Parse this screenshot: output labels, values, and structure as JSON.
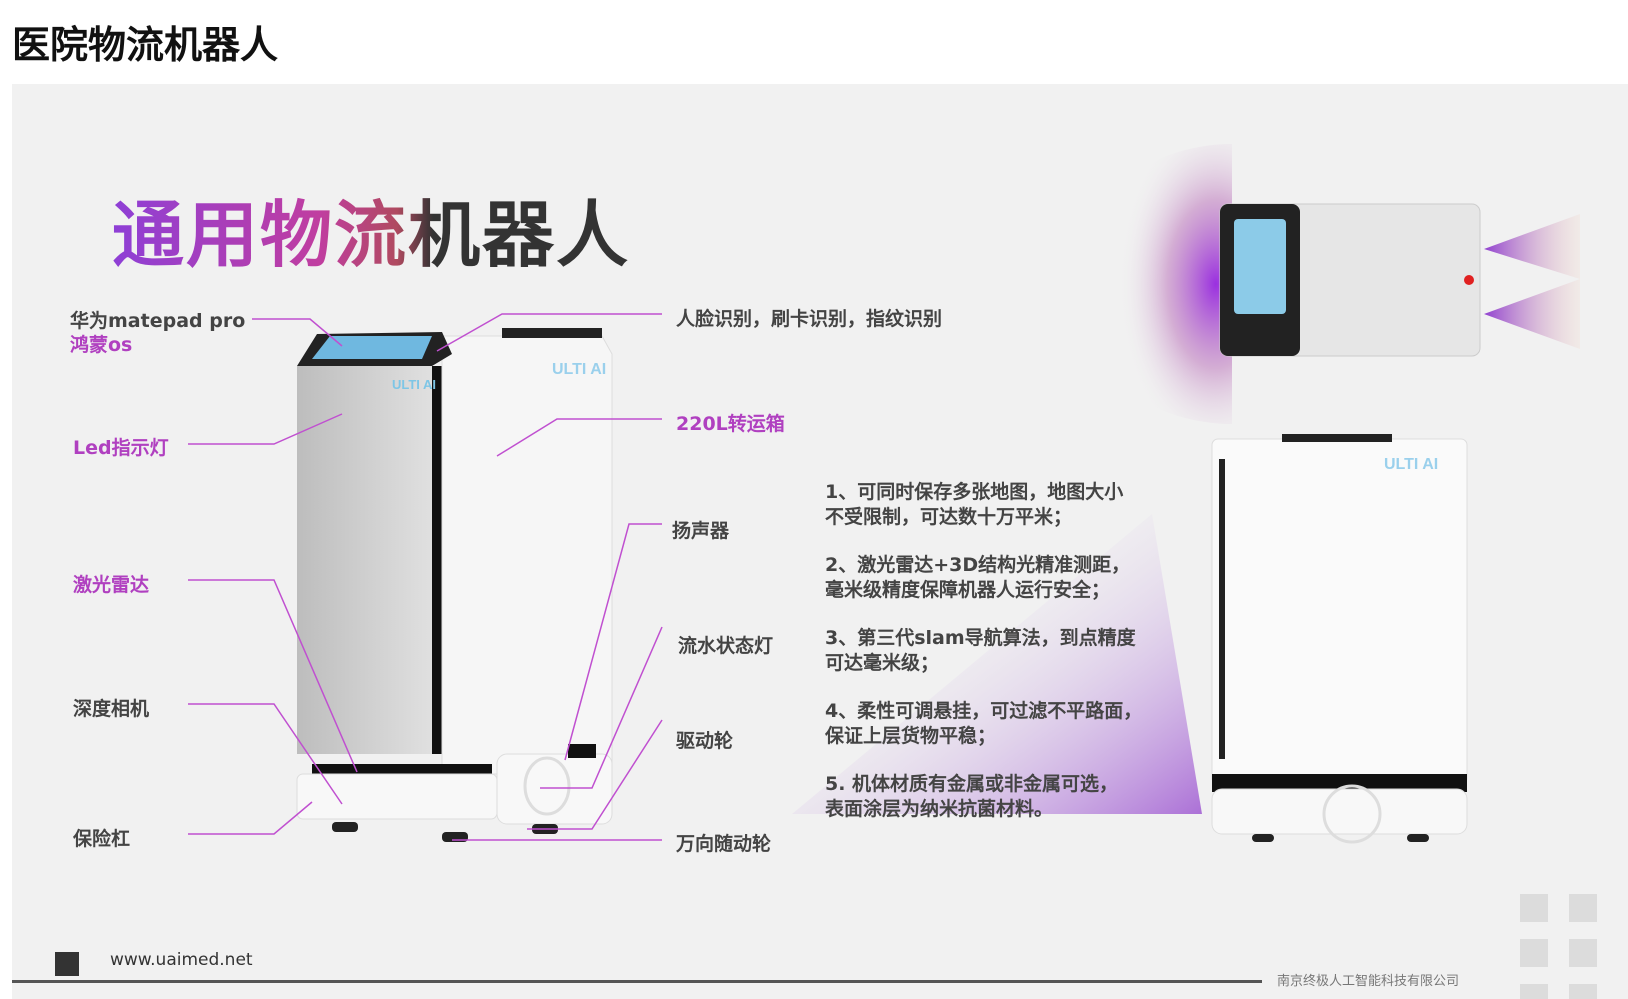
{
  "page_title": "医院物流机器人",
  "slide": {
    "headline": "通用物流机器人",
    "brand_logo": "ULTI AI",
    "labels_left": {
      "tablet": "华为matepad pro",
      "os": "鸿蒙os",
      "led": "Led指示灯",
      "lidar": "激光雷达",
      "depth_camera": "深度相机",
      "bumper": "保险杠"
    },
    "labels_right": {
      "auth": "人脸识别，刷卡识别，指纹识别",
      "box": "220L转运箱",
      "speaker": "扬声器",
      "status_light": "流水状态灯",
      "drive_wheel": "驱动轮",
      "caster": "万向随动轮"
    },
    "features": [
      {
        "l1": "1、可同时保存多张地图，地图大小",
        "l2": "不受限制，可达数十万平米；"
      },
      {
        "l1": "2、激光雷达+3D结构光精准测距，",
        "l2": "毫米级精度保障机器人运行安全；"
      },
      {
        "l1": "3、第三代slam导航算法，到点精度",
        "l2": "可达毫米级；"
      },
      {
        "l1": "4、柔性可调悬挂，可过滤不平路面，",
        "l2": "保证上层货物平稳；"
      },
      {
        "l1": "5. 机体材质有金属或非金属可选，",
        "l2": "表面涂层为纳米抗菌材料。"
      }
    ],
    "footer": {
      "url": "www.uaimed.net",
      "company": "南京终极人工智能科技有限公司"
    }
  },
  "colors": {
    "accent_purple": "#b040c0",
    "leader_line": "#c050d0",
    "text": "#444444"
  }
}
